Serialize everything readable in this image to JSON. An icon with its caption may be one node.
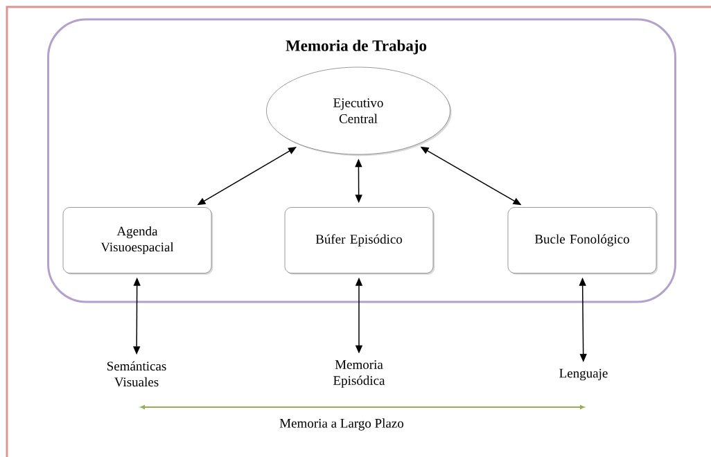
{
  "diagram": {
    "nodes": [
      {
        "text": [
          "Memoria de Trabajo"
        ]
      },
      {
        "text": [
          "Ejecutivo Central"
        ],
        "in": 0
      },
      {
        "text": [
          "Agenda Visuoespacial"
        ],
        "in": 0
      },
      {
        "text": [
          "Búfer Episódico"
        ],
        "in": 0
      },
      {
        "text": [
          "Bucle Fonológico"
        ],
        "in": 0
      },
      {
        "text": [
          "Semánticas Visuales"
        ]
      },
      {
        "text": [
          "Memoria Episódica"
        ]
      },
      {
        "text": [
          "Lenguaje"
        ]
      }
    ],
    "edges": [
      {
        "from": 1,
        "to": 2,
        "arrow": "both"
      },
      {
        "from": 1,
        "to": 3,
        "arrow": "both"
      },
      {
        "from": 1,
        "to": 4,
        "arrow": "both"
      },
      {
        "from": 2,
        "to": 5,
        "arrow": "both"
      },
      {
        "from": 3,
        "to": 6,
        "arrow": "both"
      },
      {
        "from": 4,
        "to": 7,
        "arrow": "both"
      }
    ],
    "labels": [
      "Memoria a Largo Plazo"
    ]
  }
}
